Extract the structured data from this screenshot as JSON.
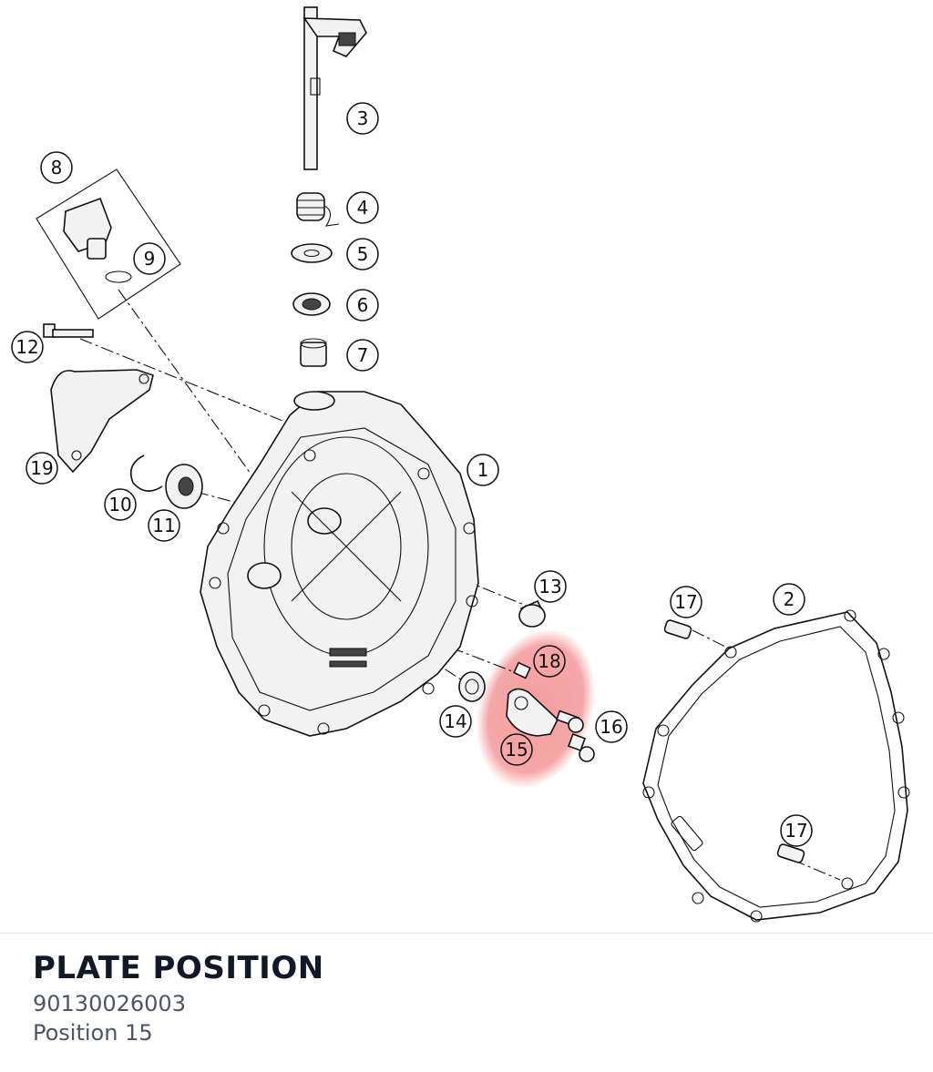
{
  "callouts": [
    "1",
    "2",
    "3",
    "4",
    "5",
    "6",
    "7",
    "8",
    "9",
    "10",
    "11",
    "12",
    "13",
    "14",
    "15",
    "16",
    "17",
    "17",
    "18",
    "19"
  ],
  "highlight_color": "#f28b8b",
  "part": {
    "title": "PLATE POSITION",
    "number": "90130026003",
    "position": "Position 15"
  }
}
